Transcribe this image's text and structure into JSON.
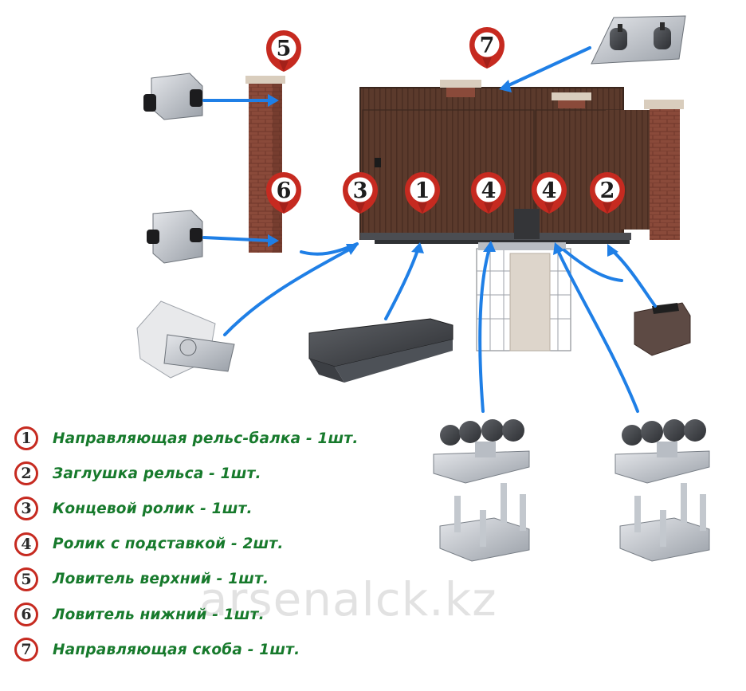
{
  "pins": {
    "p5": "5",
    "p6": "6",
    "p7": "7",
    "p3": "3",
    "p1": "1",
    "p4a": "4",
    "p4b": "4",
    "p2": "2"
  },
  "legend": [
    {
      "num": "1",
      "text": "Направляющая рельс-балка - 1шт."
    },
    {
      "num": "2",
      "text": "Заглушка рельса - 1шт."
    },
    {
      "num": "3",
      "text": "Концевой ролик - 1шт."
    },
    {
      "num": "4",
      "text": "Ролик с подставкой - 2шт."
    },
    {
      "num": "5",
      "text": "Ловитель верхний - 1шт."
    },
    {
      "num": "6",
      "text": "Ловитель нижний - 1шт."
    },
    {
      "num": "7",
      "text": "Направляющая скоба - 1шт."
    }
  ],
  "watermark": "arsenalck.kz",
  "colors": {
    "pin": "#c62a20",
    "arrow": "#1f7fe6",
    "legend_text": "#177a2c",
    "brick": "#8a4a3a",
    "gate": "#5b3a2c"
  }
}
